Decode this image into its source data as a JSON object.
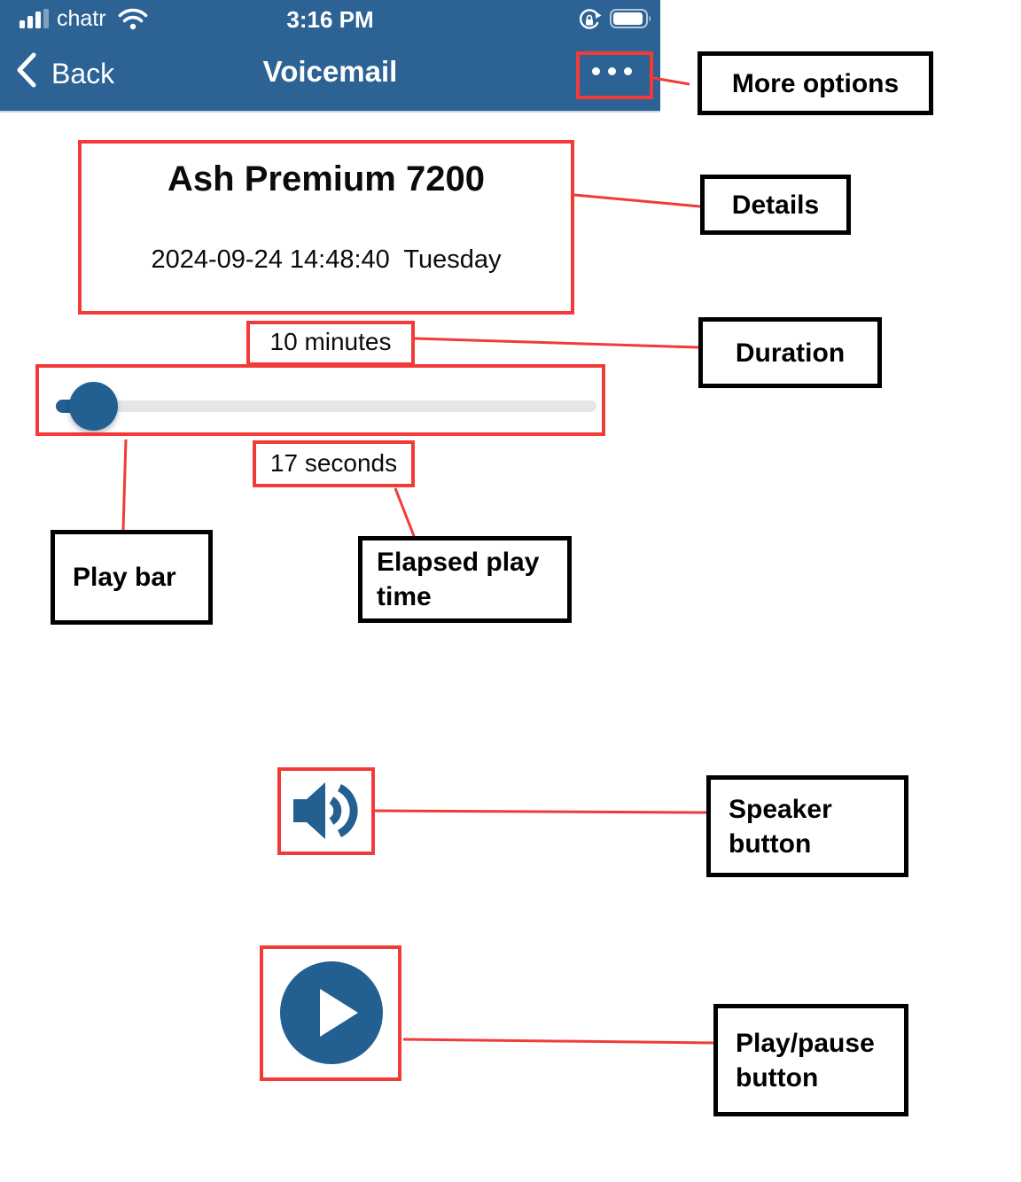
{
  "status_bar": {
    "carrier": "chatr",
    "time": "3:16 PM"
  },
  "nav_bar": {
    "back_label": "Back",
    "title": "Voicemail"
  },
  "voicemail": {
    "caller_name": "Ash Premium 7200",
    "datetime": "2024-09-24 14:48:40  Tuesday",
    "duration_text": "10 minutes",
    "elapsed_text": "17 seconds"
  },
  "annotations": {
    "more_options": "More options",
    "details": "Details",
    "duration": "Duration",
    "play_bar": "Play bar",
    "elapsed_play_time": "Elapsed play time",
    "speaker_button": "Speaker button",
    "play_pause_button": "Play/pause button"
  },
  "icons": {
    "signal": "cellular-signal-bars",
    "wifi": "wifi-icon",
    "rotation_lock": "rotation-lock-icon",
    "battery": "battery-icon",
    "back": "chevron-left-icon",
    "more_options": "ellipsis-icon",
    "speaker": "speaker-volume-icon",
    "play": "play-triangle-icon",
    "slider_thumb": "slider-thumb"
  },
  "colors": {
    "header_blue": "#2c6294",
    "icon_blue": "#235f90",
    "annotation_red": "#f23b38",
    "slider_track_gray": "#e4e6e8",
    "label_border_black": "#000000",
    "status_text_white": "#ffffff"
  }
}
